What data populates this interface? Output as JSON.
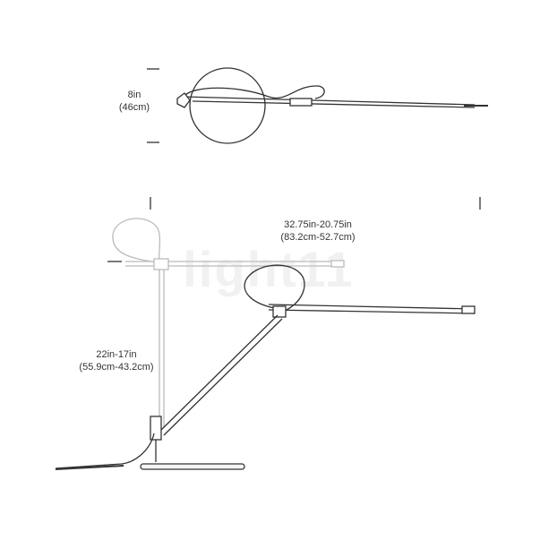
{
  "watermark": "light11",
  "dimensions": {
    "top_view": {
      "imperial": "8in",
      "metric": "(46cm)"
    },
    "arm_length": {
      "imperial": "32.75in-20.75in",
      "metric": "(83.2cm-52.7cm)"
    },
    "height": {
      "imperial": "22in-17in",
      "metric": "(55.9cm-43.2cm)"
    }
  },
  "colors": {
    "line_dark": "#333333",
    "line_light": "#bbbbbb",
    "base_fill": "#f4f4f4"
  }
}
